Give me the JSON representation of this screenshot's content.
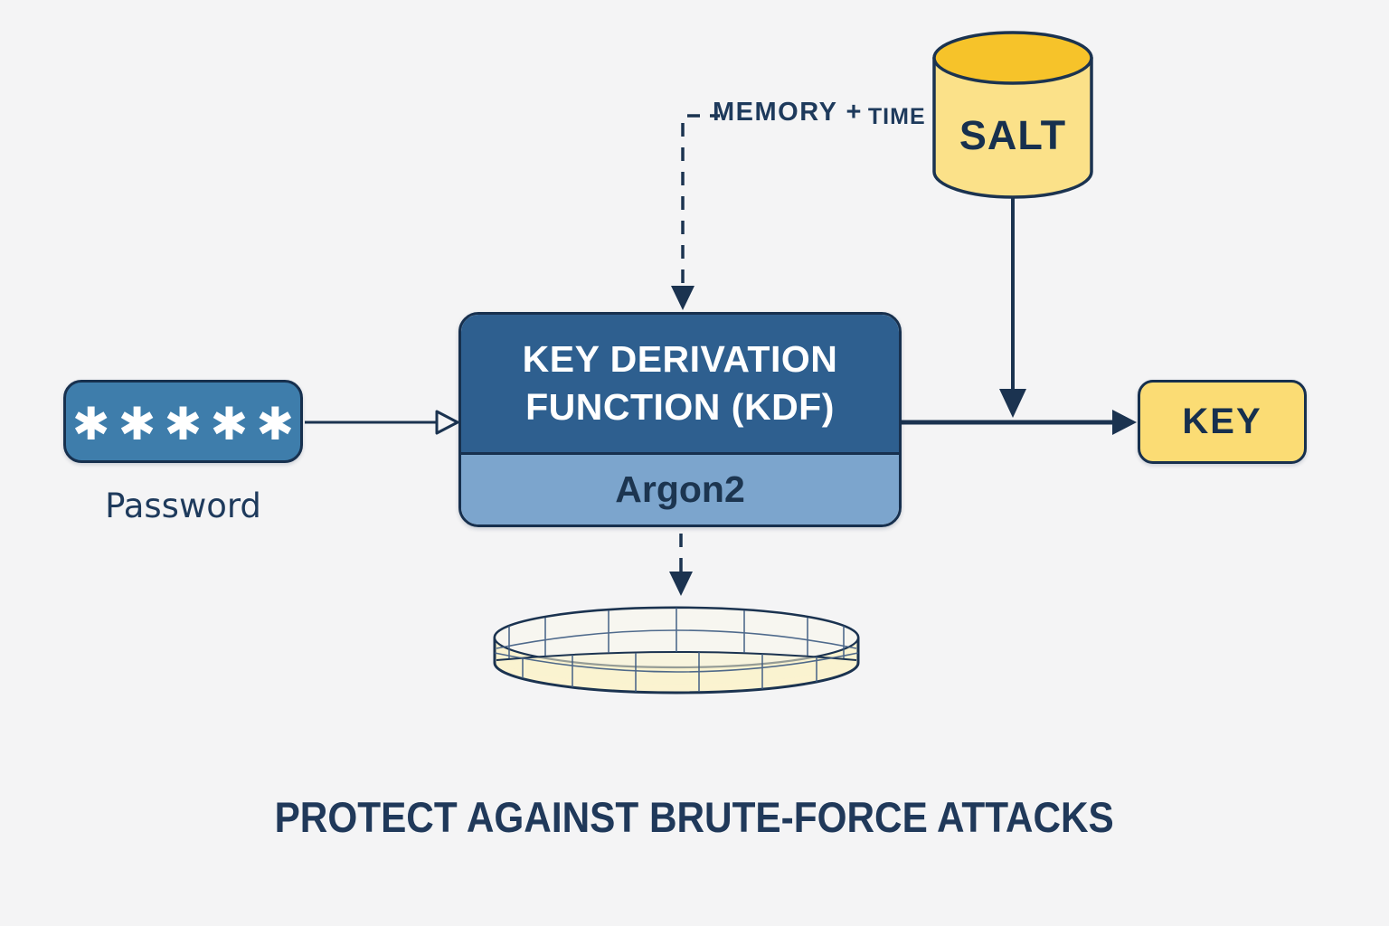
{
  "colors": {
    "background": "#f4f4f5",
    "navy_border": "#17304e",
    "arrow_navy": "#1b3350",
    "password_blue": "#3e7dab",
    "kdf_dark_blue": "#2e5f8f",
    "kdf_light_blue": "#7ca5cd",
    "salt_body_yellow": "#fbe189",
    "salt_top_gold": "#f6c32a",
    "key_yellow": "#fbdc74",
    "ring_pale_yellow": "#fbf3d0",
    "text_navy": "#1e3a5c"
  },
  "diagram": {
    "password_box": {
      "masked_value": "✱✱✱✱✱",
      "label": "Password"
    },
    "kdf_box": {
      "title_line1": "KEY DERIVATION",
      "title_line2": "FUNCTION (KDF)",
      "algorithm": "Argon2"
    },
    "params_label": {
      "memory_plus": "MEMORY +",
      "time": "TIME"
    },
    "salt_cylinder": {
      "label": "SALT"
    },
    "key_box": {
      "label": "KEY"
    },
    "caption": "PROTECT AGAINST BRUTE-FORCE ATTACKS"
  }
}
